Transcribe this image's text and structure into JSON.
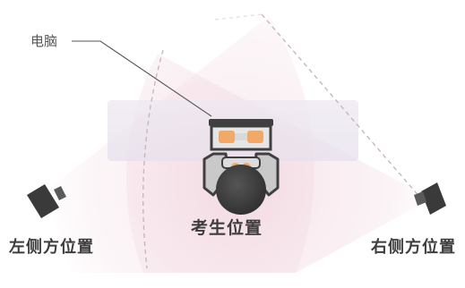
{
  "labels": {
    "computer": "电脑",
    "examinee": "考生位置",
    "left_side": "左侧方位置",
    "right_side": "右侧方位置"
  },
  "colors": {
    "fov_fill": "#f3dde4",
    "fov_dashed_line": "#c9b7bd",
    "monitor_panel": "#ece6f0",
    "desk_dark": "#3d3d3d",
    "desk_light": "#e4e4e4",
    "orange_light": "#f2b072",
    "camera_dark": "#444444",
    "text": "#3d3d3d"
  }
}
